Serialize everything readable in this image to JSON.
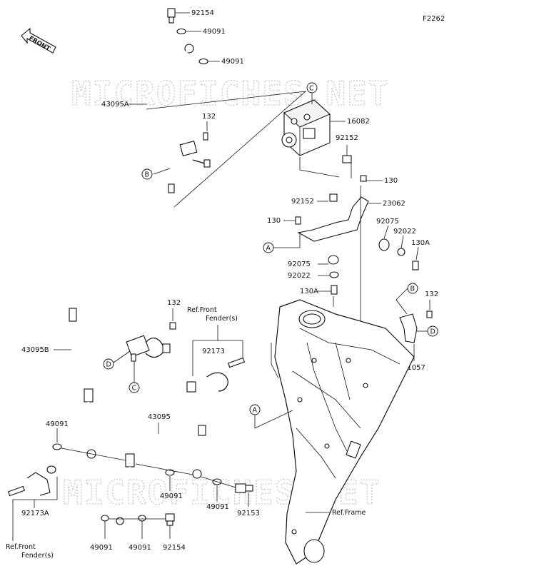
{
  "diagram_code": "F2262",
  "front_label": "FRONT",
  "watermark": "MICROFICHES.NET",
  "part_labels": {
    "p92154_top": "92154",
    "p49091_a": "49091",
    "p49091_b": "49091",
    "p43095A": "43095A",
    "p132_a": "132",
    "p16082": "16082",
    "p92152_a": "92152",
    "p130_a": "130",
    "p92152_b": "92152",
    "p23062": "23062",
    "p130_b": "130",
    "p92075_a": "92075",
    "p92022_a": "92022",
    "p130A_a": "130A",
    "p92075_b": "92075",
    "p92022_b": "92022",
    "p130A_b": "130A",
    "p132_b": "132",
    "p11057": "11057",
    "p132_c": "132",
    "p43095B": "43095B",
    "p92173": "92173",
    "p43095": "43095",
    "p49091_c": "49091",
    "p49091_d": "49091",
    "p49091_e": "49091",
    "p92153": "92153",
    "p92173A": "92173A",
    "p49091_f": "49091",
    "p49091_g": "49091",
    "p92154_bottom": "92154"
  },
  "ref_labels": {
    "front_fender_1_line1": "Ref.Front",
    "front_fender_1_line2": "Fender(s)",
    "front_fender_2_line1": "Ref.Front",
    "front_fender_2_line2": "Fender(s)",
    "frame": "Ref.Frame"
  },
  "callouts": {
    "A1": "A",
    "A2": "A",
    "B1": "B",
    "B2": "B",
    "C1": "C",
    "C2": "C",
    "D1": "D",
    "D2": "D"
  }
}
